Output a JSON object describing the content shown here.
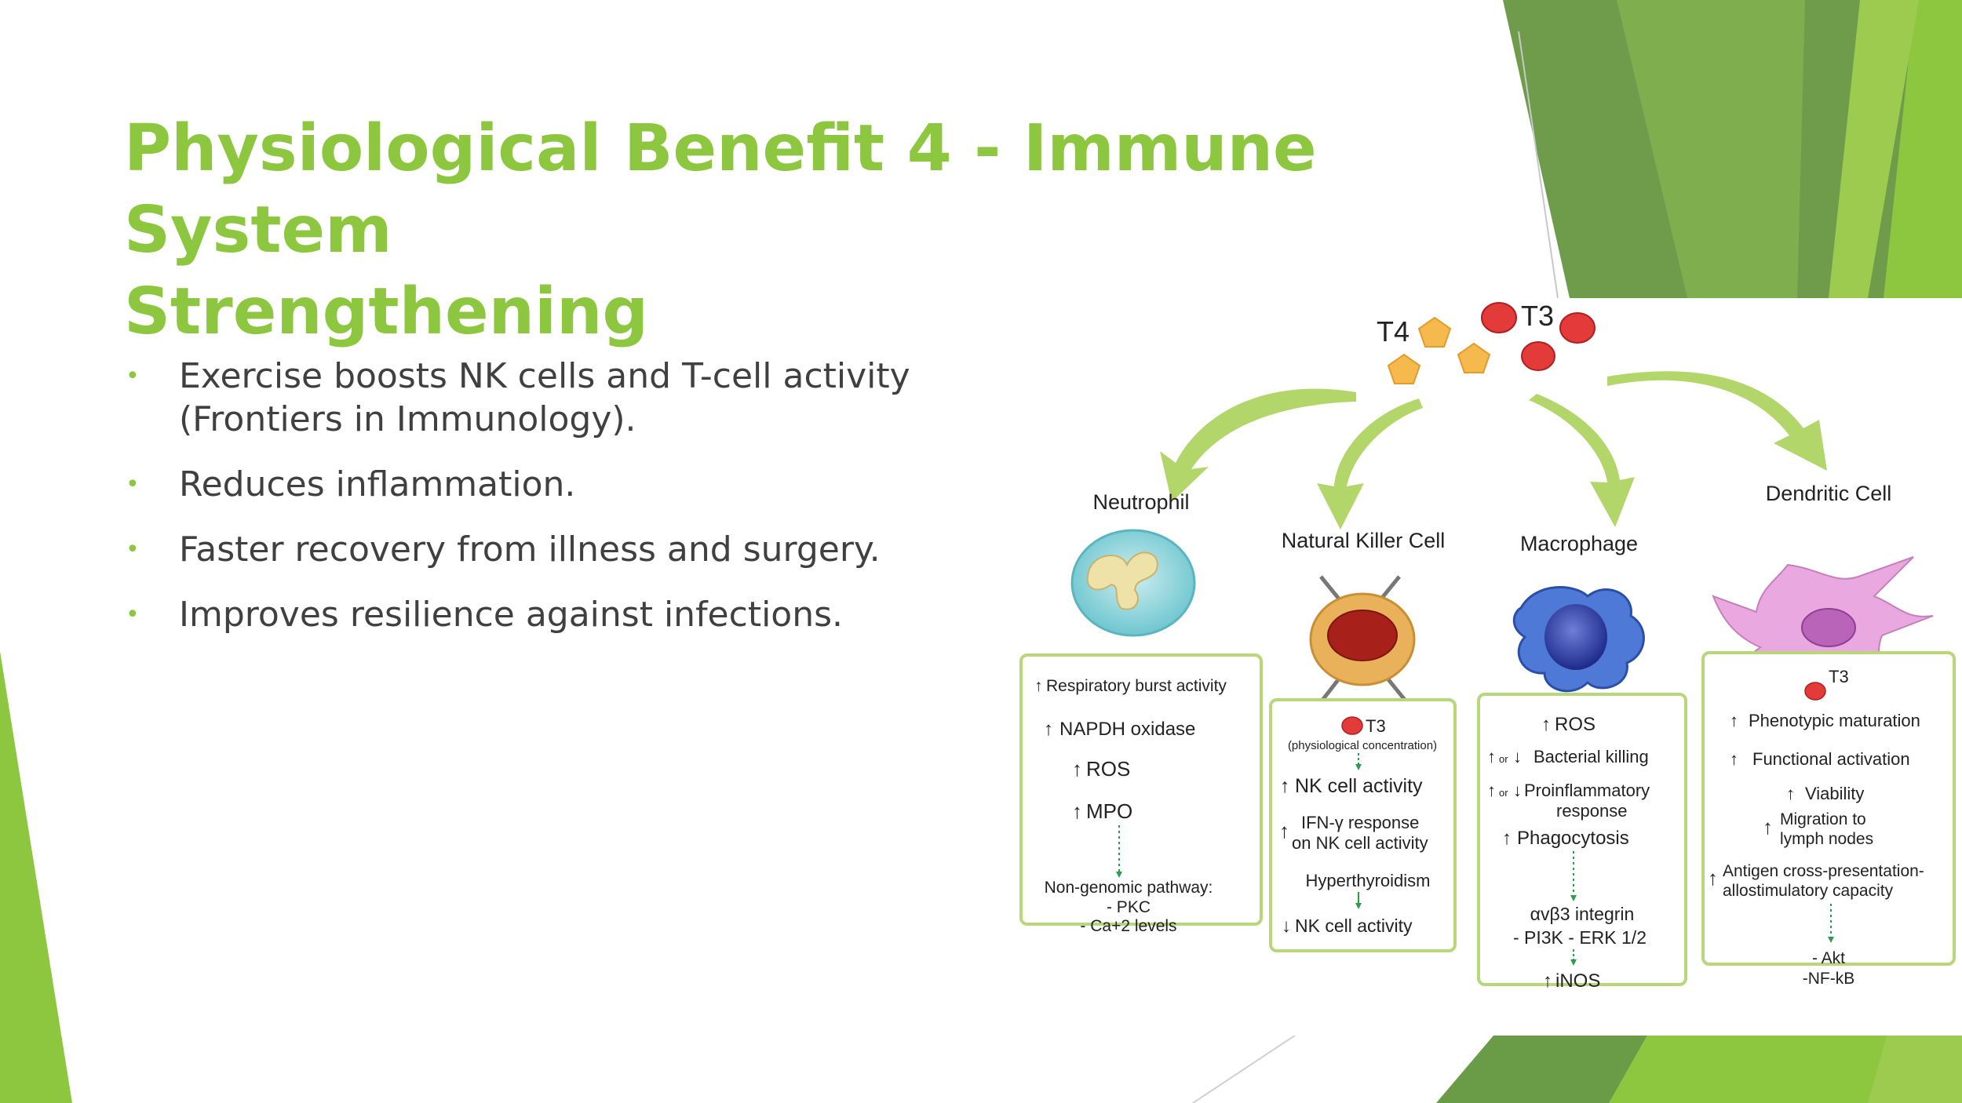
{
  "slide": {
    "title_line1": "Physiological Benefit 4 - Immune System",
    "title_line2": "Strengthening",
    "bullets": [
      "Exercise boosts NK cells and T-cell activity (Frontiers in Immunology).",
      "Reduces inflammation.",
      "Faster recovery from illness and surgery.",
      "Improves resilience against infections."
    ],
    "bullet_marker": "•"
  },
  "theme": {
    "accent": "#8dc63f",
    "dark_green": "#6a9c48",
    "text": "#404040"
  },
  "figure": {
    "hormones": {
      "t4": "T4",
      "t3": "T3"
    },
    "cells": {
      "neutrophil": {
        "name": "Neutrophil",
        "effects": [
          "Respiratory burst activity",
          "NAPDH oxidase",
          "ROS",
          "MPO"
        ],
        "pathway_title": "Non-genomic pathway:",
        "pathway_items": [
          "- PKC",
          "- Ca+2  levels"
        ]
      },
      "nk": {
        "name": "Natural Killer Cell",
        "t3": "T3",
        "t3_note": "(physiological concentration)",
        "activity": "NK cell activity",
        "ifn_line1": "IFN-γ response",
        "ifn_line2": "on NK cell activity",
        "hyper": "Hyperthyroidism",
        "activity2": "NK cell activity"
      },
      "macrophage": {
        "name": "Macrophage",
        "ros": "ROS",
        "or": "or",
        "bacterial": "Bacterial killing",
        "proinf_line1": "Proinflammatory",
        "proinf_line2": "response",
        "phago": "Phagocytosis",
        "integrin": "αvβ3 integrin",
        "pathway": "- PI3K - ERK 1/2",
        "inos": "iNOS"
      },
      "dendritic": {
        "name": "Dendritic Cell",
        "t3": "T3",
        "effects": [
          "Phenotypic maturation",
          "Functional activation",
          "Viability"
        ],
        "migration_line1": "Migration to",
        "migration_line2": "lymph nodes",
        "antigen_line1": "Antigen cross-presentation-",
        "antigen_line2": "allostimulatory capacity",
        "akt": "- Akt",
        "nfkb": "-NF-kB"
      }
    }
  }
}
